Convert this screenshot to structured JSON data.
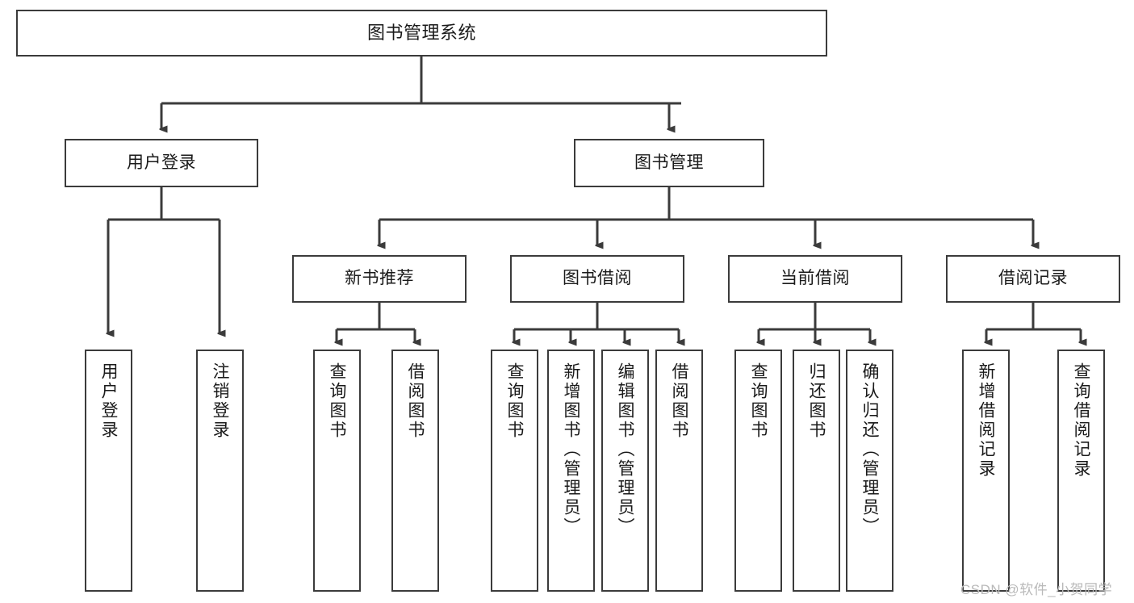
{
  "diagram": {
    "title": "图书管理系统",
    "type": "tree-hierarchy-chart",
    "line_color": "#3b3b3b",
    "box_fill": "#ffffff",
    "text_color": "#1a1a1a"
  },
  "nodes": {
    "root": {
      "label": "图书管理系统"
    },
    "level2": [
      {
        "label": "用户登录"
      },
      {
        "label": "图书管理"
      }
    ],
    "level3": [
      {
        "label": "新书推荐"
      },
      {
        "label": "图书借阅"
      },
      {
        "label": "当前借阅"
      },
      {
        "label": "借阅记录"
      }
    ],
    "leaves": {
      "user_login": [
        {
          "label": "用户登录"
        },
        {
          "label": "注销登录"
        }
      ],
      "new_book_recommend": [
        {
          "label": "查询图书"
        },
        {
          "label": "借阅图书"
        }
      ],
      "book_borrow": [
        {
          "label": "查询图书"
        },
        {
          "label": "新增图书（管理员）"
        },
        {
          "label": "编辑图书（管理员）"
        },
        {
          "label": "借阅图书"
        }
      ],
      "current_borrow": [
        {
          "label": "查询图书"
        },
        {
          "label": "归还图书"
        },
        {
          "label": "确认归还（管理员）"
        }
      ],
      "borrow_record": [
        {
          "label": "新增借阅记录"
        },
        {
          "label": "查询借阅记录"
        }
      ]
    }
  },
  "watermark": {
    "text": "CSDN @软件_小贺同学",
    "color": "#b9b9b9"
  }
}
